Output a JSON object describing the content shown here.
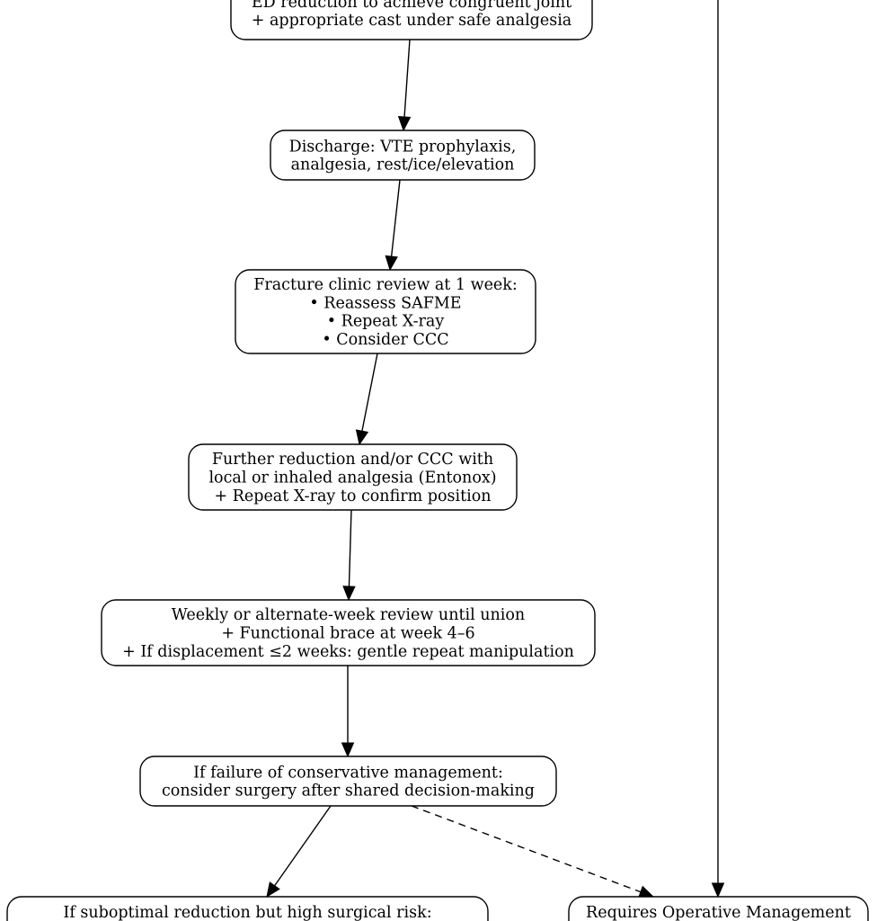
{
  "diagram": {
    "nodes": [
      {
        "id": "ed-reduction",
        "lines": [
          "ED reduction to achieve congruent joint",
          "+ appropriate cast under safe analgesia"
        ]
      },
      {
        "id": "discharge",
        "lines": [
          "Discharge: VTE prophylaxis,",
          "analgesia, rest/ice/elevation"
        ]
      },
      {
        "id": "fracture-clinic",
        "lines": [
          "Fracture clinic review at 1 week:",
          "• Reassess SAFME",
          "• Repeat X-ray",
          "• Consider CCC"
        ]
      },
      {
        "id": "further-reduction",
        "lines": [
          "Further reduction and/or CCC with",
          "local or inhaled analgesia (Entonox)",
          "+ Repeat X-ray to confirm position"
        ]
      },
      {
        "id": "weekly-review",
        "lines": [
          "Weekly or alternate-week review until union",
          "+ Functional brace at week 4–6",
          "+ If displacement ≤2 weeks: gentle repeat manipulation"
        ]
      },
      {
        "id": "failure",
        "lines": [
          "If failure of conservative management:",
          "consider surgery after shared decision-making"
        ]
      },
      {
        "id": "suboptimal",
        "lines": [
          "If suboptimal reduction but high surgical risk:"
        ]
      },
      {
        "id": "operative",
        "lines": [
          "Requires Operative Management"
        ]
      }
    ],
    "edges": [
      {
        "from": "ed-reduction",
        "to": "discharge",
        "style": "solid"
      },
      {
        "from": "discharge",
        "to": "fracture-clinic",
        "style": "solid"
      },
      {
        "from": "fracture-clinic",
        "to": "further-reduction",
        "style": "solid"
      },
      {
        "from": "further-reduction",
        "to": "weekly-review",
        "style": "solid"
      },
      {
        "from": "weekly-review",
        "to": "failure",
        "style": "solid"
      },
      {
        "from": "failure",
        "to": "suboptimal",
        "style": "solid"
      },
      {
        "from": "failure",
        "to": "operative",
        "style": "dashed"
      },
      {
        "from": "offscreen-top",
        "to": "operative",
        "style": "solid"
      }
    ]
  }
}
